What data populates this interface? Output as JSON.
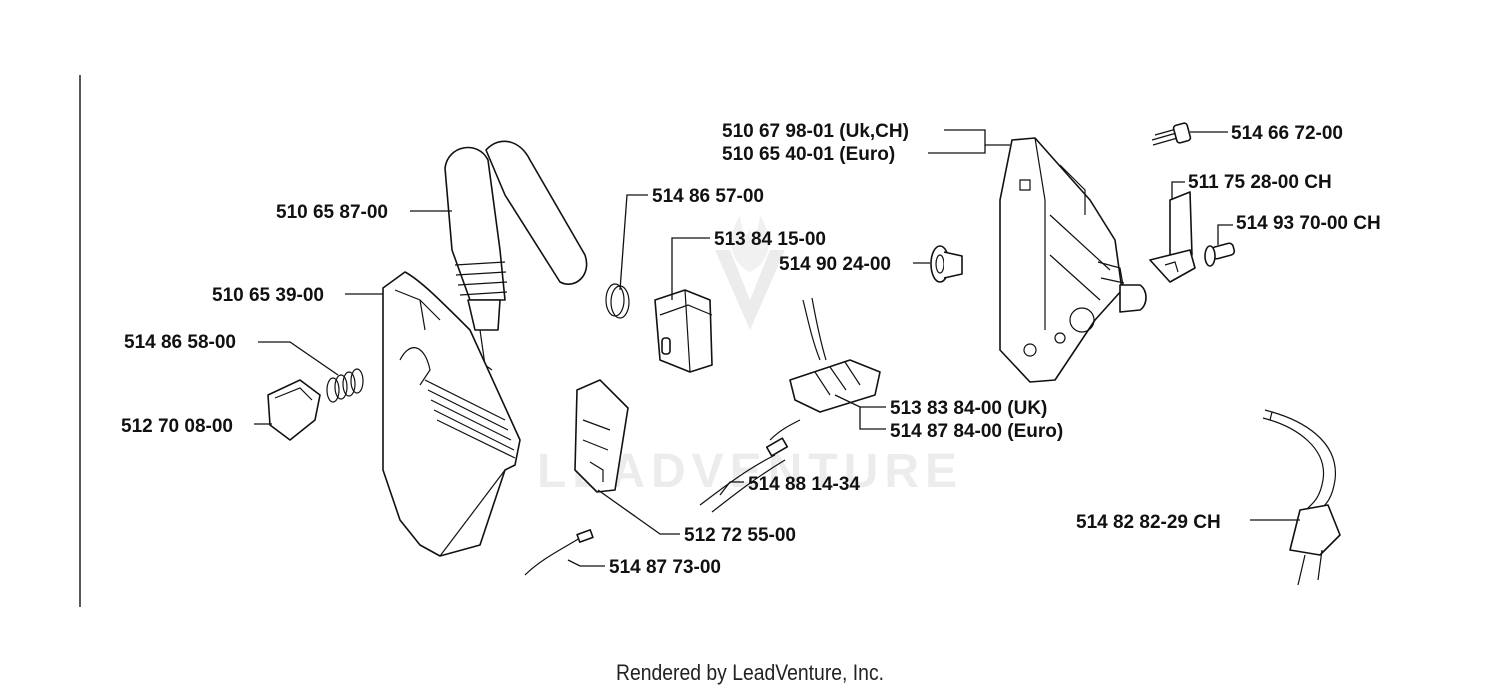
{
  "watermark": "LEADVENTURE",
  "footer": "Rendered by LeadVenture, Inc.",
  "labels": {
    "p510677981": "510 67 98-01 (Uk,CH)",
    "p510654001": "510 65 40-01 (Euro)",
    "p514667200": "514 66 72-00",
    "p511752800": "511 75 28-00 CH",
    "p514937000": "514 93 70-00 CH",
    "p514865700": "514 86 57-00",
    "p510658700": "510 65 87-00",
    "p513841500": "513 84 15-00",
    "p514902400": "514 90 24-00",
    "p510653900": "510 65 39-00",
    "p514865800": "514 86 58-00",
    "p512700800": "512 70 08-00",
    "p513838400": "513 83 84-00 (UK)",
    "p514878400": "514 87 84-00 (Euro)",
    "p514881434": "514 88 14-34",
    "p512725500": "512 72 55-00",
    "p514877300": "514 87 73-00",
    "p514828229": "514 82 82-29 CH"
  }
}
